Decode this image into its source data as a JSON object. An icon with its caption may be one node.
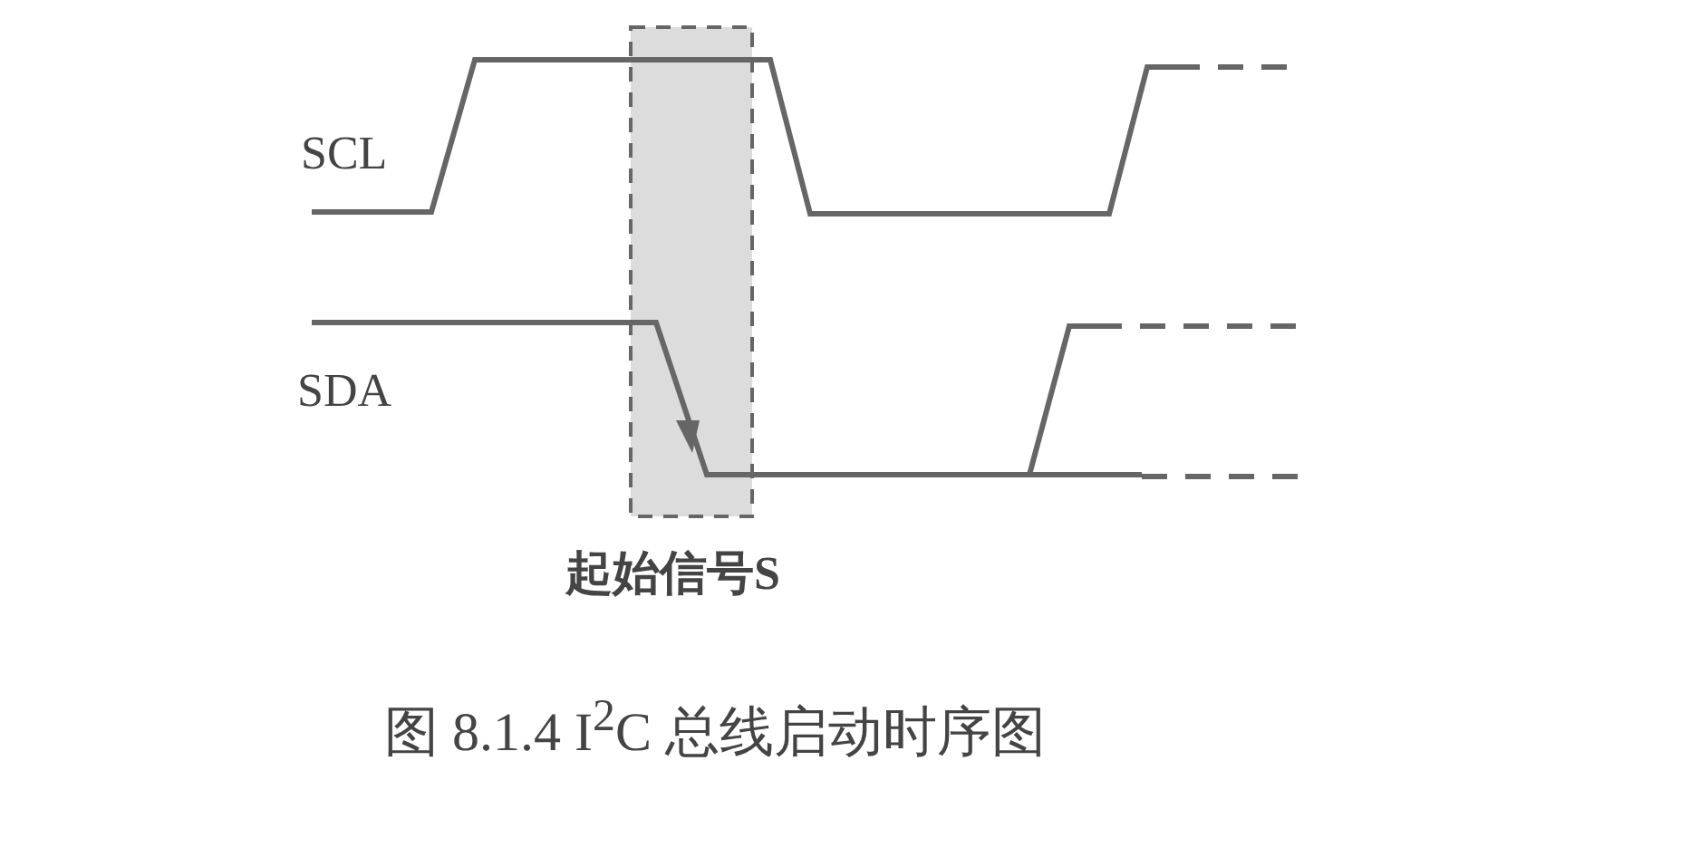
{
  "diagram": {
    "caption": "图 8.1.4 I$^{2}$C 总线启动时序图",
    "labels": [
      "SCL",
      "SDA",
      "起始信号S"
    ]
  }
}
